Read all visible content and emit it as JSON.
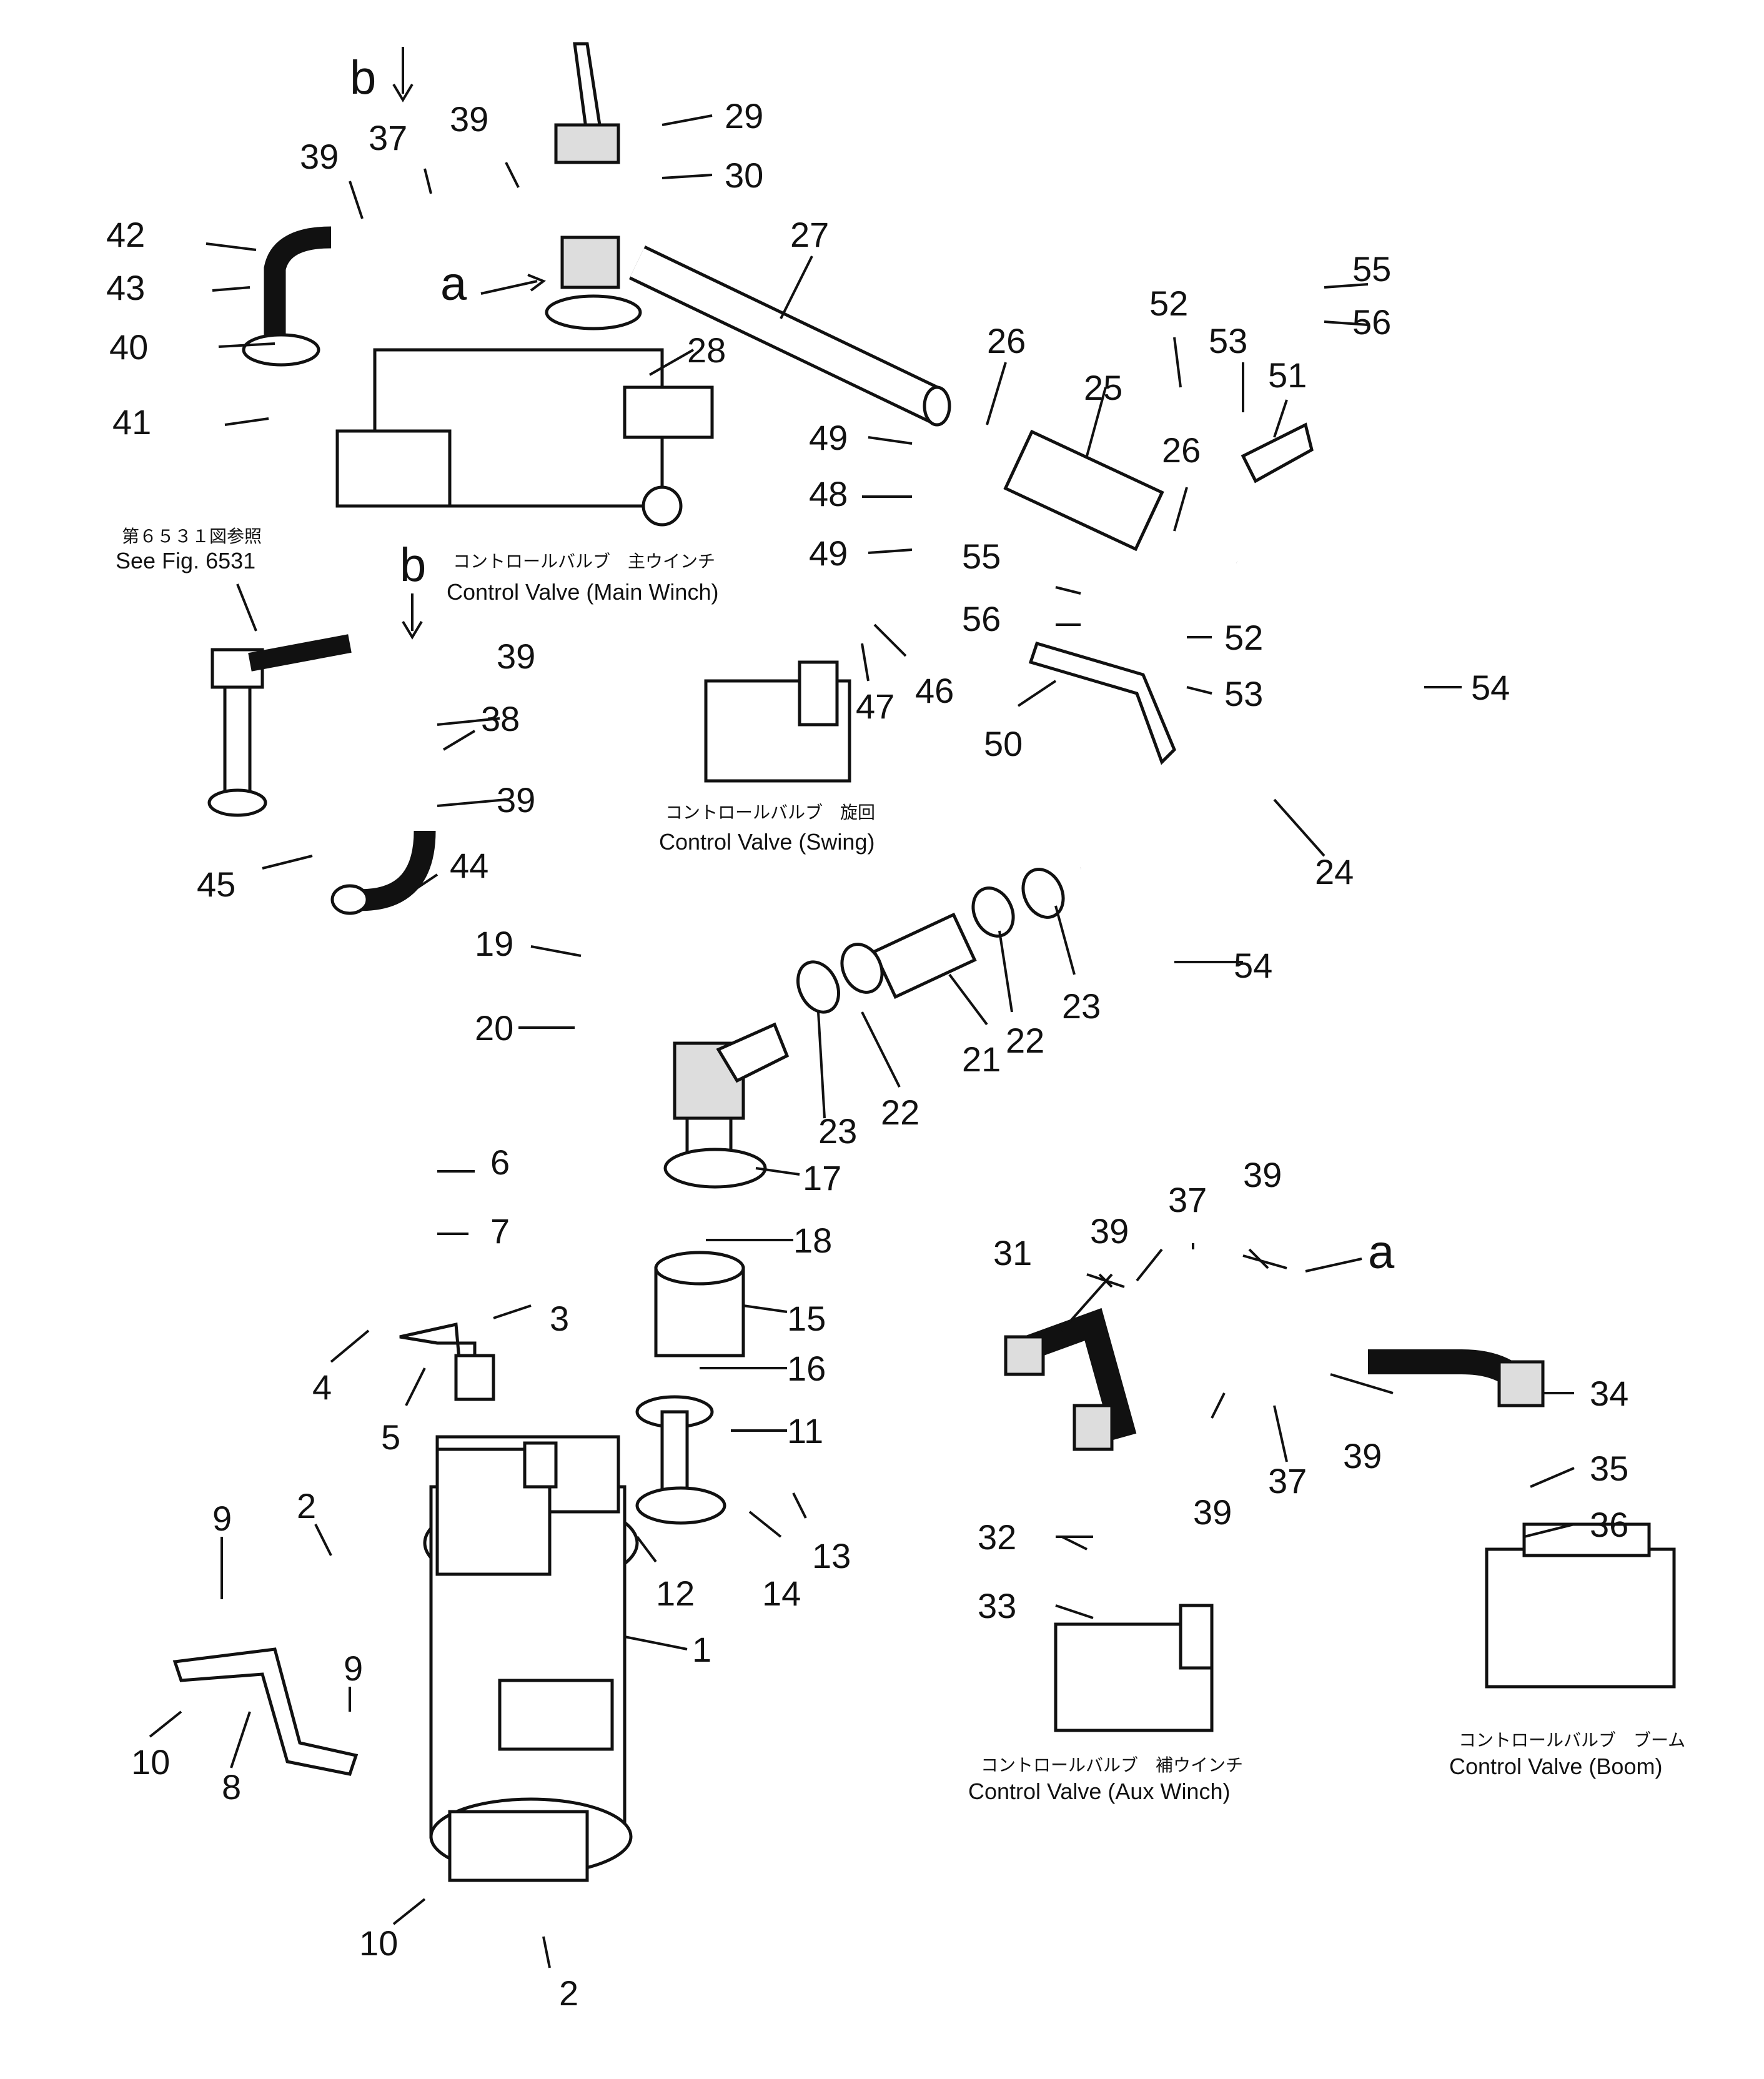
{
  "callouts": {
    "n1": "1",
    "n2a": "2",
    "n2b": "2",
    "n3": "3",
    "n4": "4",
    "n5": "5",
    "n6": "6",
    "n7": "7",
    "n8": "8",
    "n9a": "9",
    "n9b": "9",
    "n10a": "10",
    "n10b": "10",
    "n11": "11",
    "n12": "12",
    "n13": "13",
    "n14": "14",
    "n15": "15",
    "n16": "16",
    "n17": "17",
    "n18": "18",
    "n19": "19",
    "n20": "20",
    "n21": "21",
    "n22a": "22",
    "n22b": "22",
    "n23a": "23",
    "n23b": "23",
    "n24": "24",
    "n25": "25",
    "n26a": "26",
    "n26b": "26",
    "n27": "27",
    "n28": "28",
    "n29": "29",
    "n30": "30",
    "n31": "31",
    "n32": "32",
    "n33": "33",
    "n34": "34",
    "n35": "35",
    "n36": "36",
    "n37a": "37",
    "n37b": "37",
    "n37c": "37",
    "n38": "38",
    "n39a": "39",
    "n39b": "39",
    "n39c": "39",
    "n39d": "39",
    "n39e": "39",
    "n39f": "39",
    "n39g": "39",
    "n39h": "39",
    "n40": "40",
    "n41": "41",
    "n42": "42",
    "n43": "43",
    "n44": "44",
    "n45": "45",
    "n46": "46",
    "n47": "47",
    "n48": "48",
    "n49a": "49",
    "n49b": "49",
    "n50": "50",
    "n51": "51",
    "n52a": "52",
    "n52b": "52",
    "n53a": "53",
    "n53b": "53",
    "n54a": "54",
    "n54b": "54",
    "n55a": "55",
    "n55b": "55",
    "n56a": "56",
    "n56b": "56"
  },
  "letters": {
    "b1": "b",
    "b2": "b",
    "a1": "a",
    "a2": "a"
  },
  "captions": {
    "main_jp": "コントロールバルブ　主ウインチ",
    "main_en": "Control  Valve  (Main  Winch)",
    "swing_jp": "コントロールバルブ　旋回",
    "swing_en": "Control  Valve  (Swing)",
    "aux_jp": "コントロールバルブ　補ウインチ",
    "aux_en": "Control  Valve  (Aux  Winch)",
    "boom_jp": "コントロールバルブ　ブーム",
    "boom_en": "Control  Valve  (Boom)",
    "ref_jp": "第６５３１図参照",
    "ref_en": "See  Fig.  6531"
  }
}
